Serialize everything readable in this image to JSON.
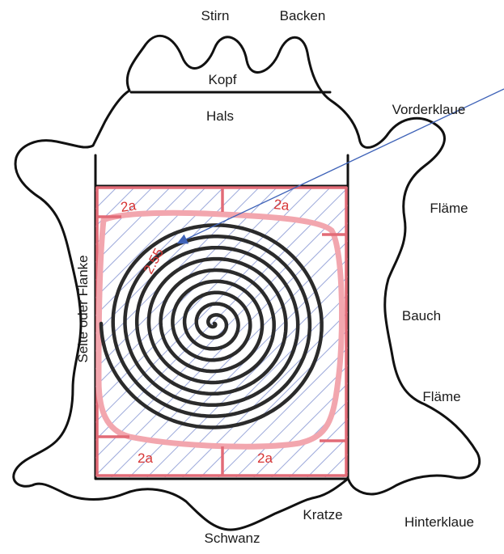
{
  "labels": {
    "stirn": "Stirn",
    "backen": "Backen",
    "kopf": "Kopf",
    "hals": "Hals",
    "vorderklaue": "Vorderklaue",
    "flaeme_top": "Fläme",
    "bauch": "Bauch",
    "flaeme_bottom": "Fläme",
    "seite": "Seite oder Flanke",
    "kratze": "Kratze",
    "hinterklaue": "Hinterklaue",
    "schwanz": "Schwanz"
  },
  "corner_marks": {
    "top_left": "2a",
    "top_right": "2a",
    "bottom_left": "2a",
    "bottom_right": "2a"
  },
  "annotation": {
    "value": "2.55"
  },
  "colors": {
    "outline": "#111111",
    "red_marking": "#e26b77",
    "hatching": "#7e8fd0",
    "arrow": "#3f63b8",
    "annotation_text": "#d73434"
  }
}
